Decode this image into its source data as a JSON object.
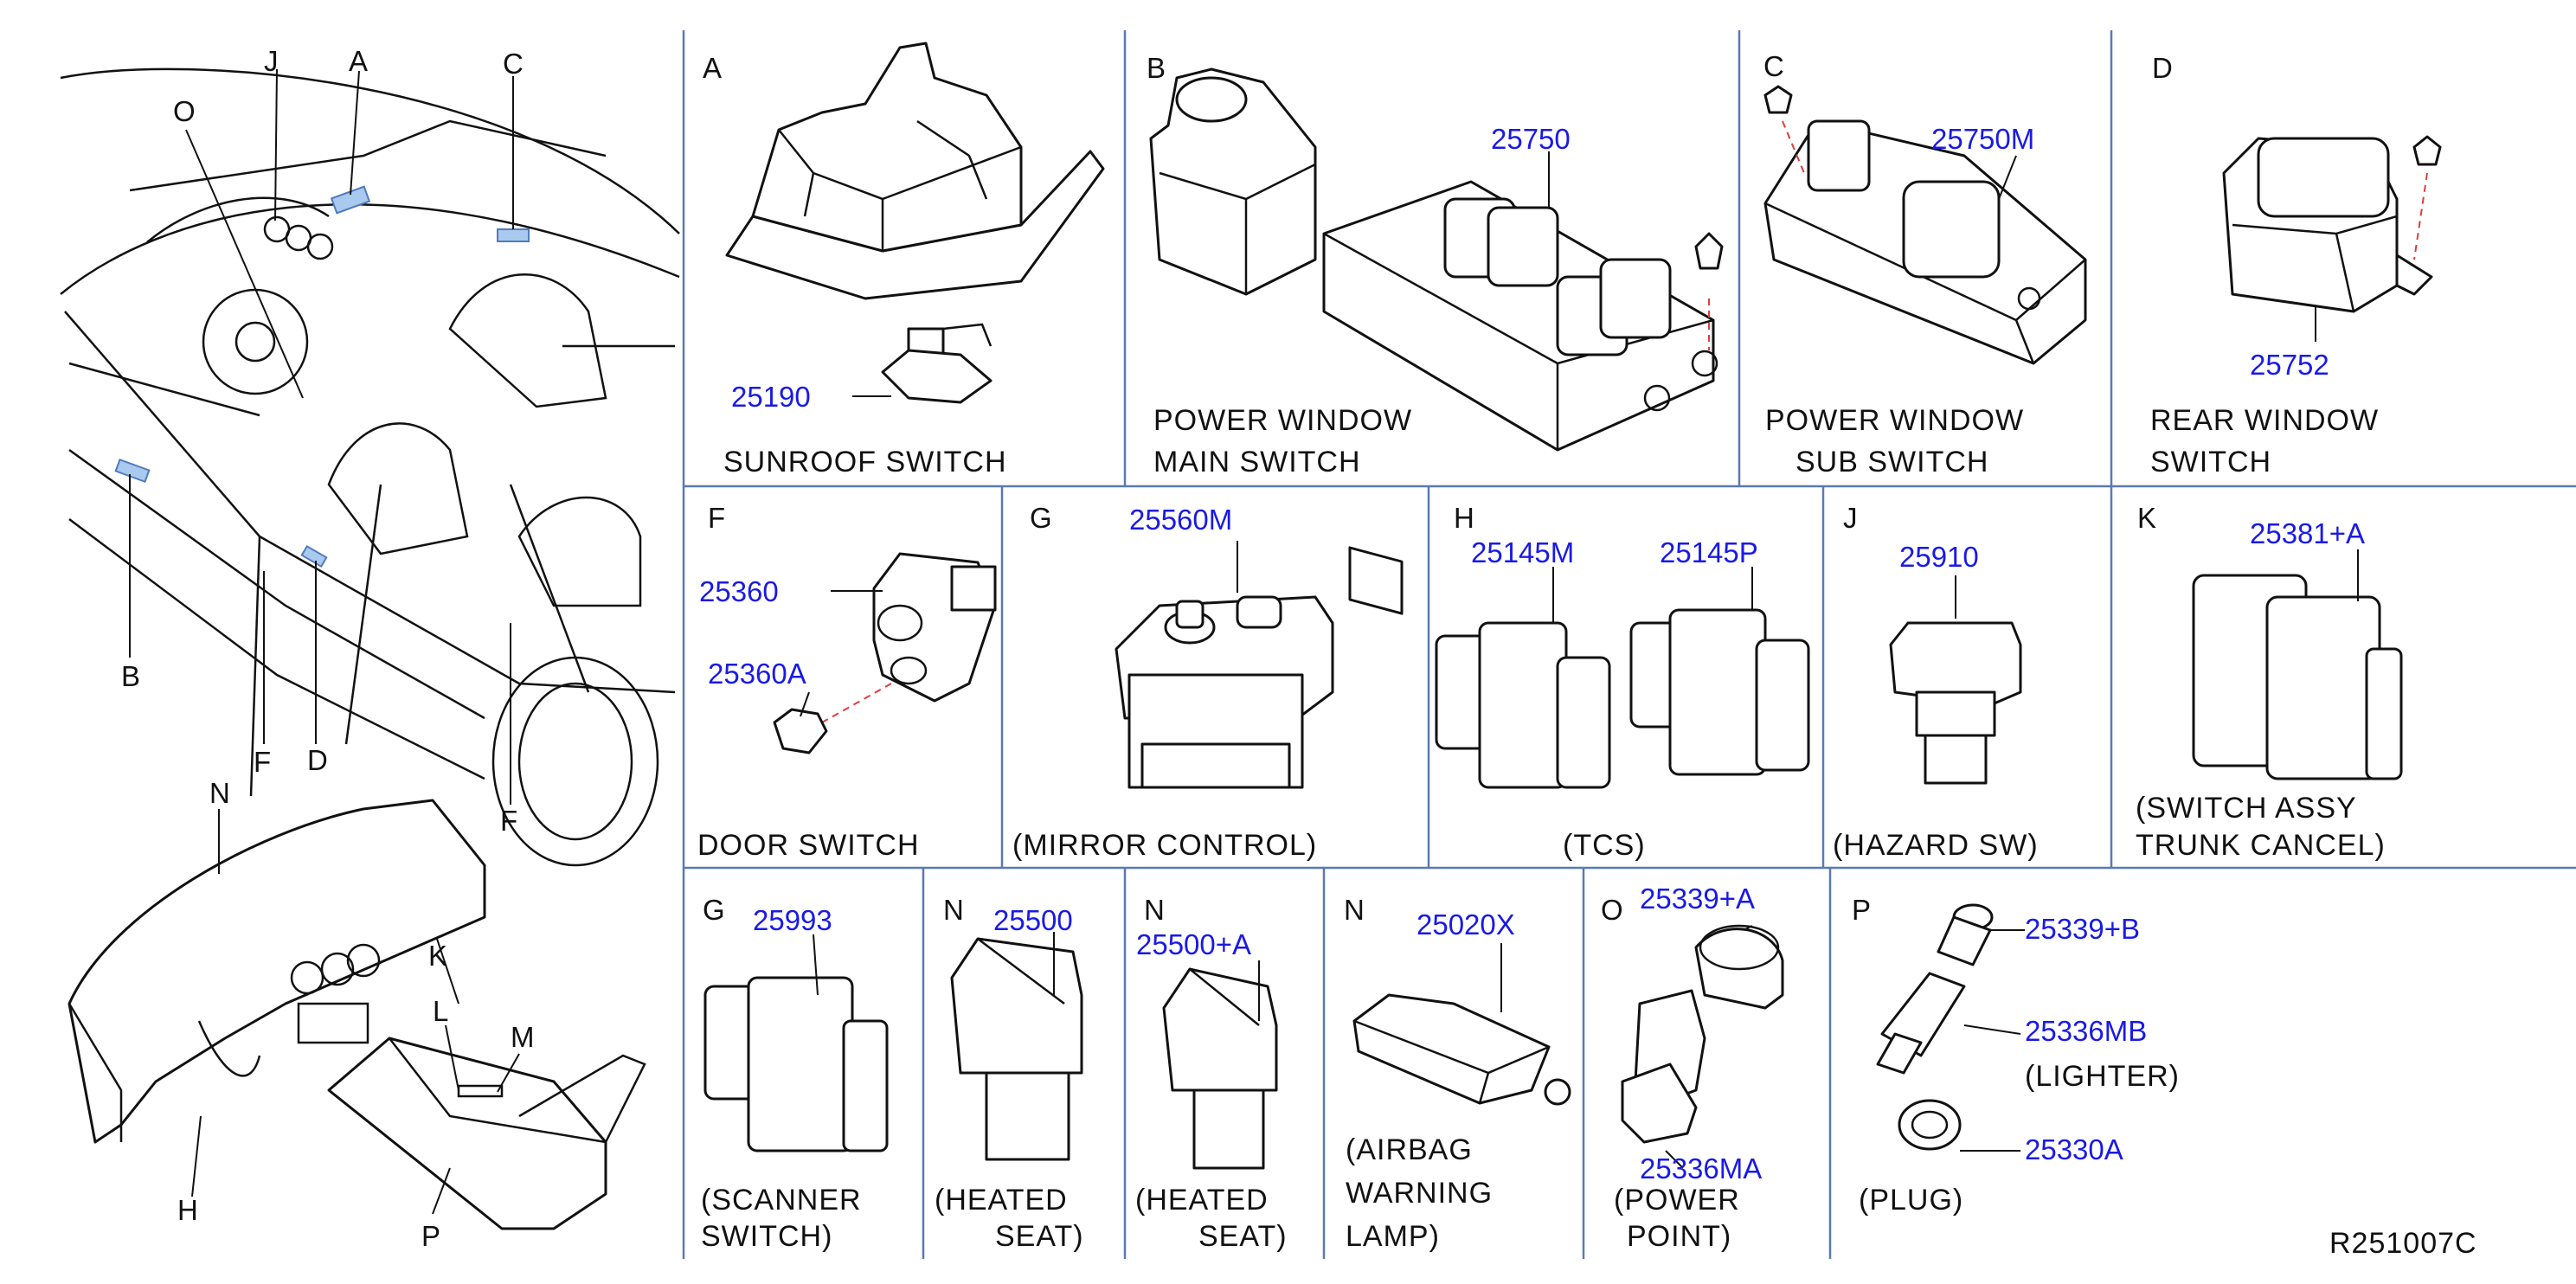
{
  "overview_labels": {
    "J": "J",
    "A": "A",
    "C": "C",
    "O": "O",
    "B": "B",
    "F1": "F",
    "D": "D",
    "F2": "F",
    "N": "N",
    "K": "K",
    "L": "L",
    "M": "M",
    "H": "H",
    "P": "P"
  },
  "panels": {
    "A": {
      "letter": "A",
      "part": "25190",
      "caption": [
        "SUNROOF   SWITCH"
      ]
    },
    "B": {
      "letter": "B",
      "part": "25750",
      "caption": [
        "POWER   WINDOW",
        "MAIN   SWITCH"
      ]
    },
    "C": {
      "letter": "C",
      "part": "25750M",
      "caption": [
        "POWER   WINDOW",
        "SUB   SWITCH"
      ]
    },
    "D": {
      "letter": "D",
      "part": "25752",
      "caption": [
        "REAR   WINDOW",
        "SWITCH"
      ]
    },
    "F": {
      "letter": "F",
      "part1": "25360",
      "part2": "25360A",
      "caption": [
        "DOOR   SWITCH"
      ]
    },
    "G1": {
      "letter": "G",
      "part": "25560M",
      "caption": [
        "(MIRROR   CONTROL)"
      ]
    },
    "H": {
      "letter": "H",
      "part1": "25145M",
      "part2": "25145P",
      "caption": [
        "(TCS)"
      ]
    },
    "J": {
      "letter": "J",
      "part": "25910",
      "caption": [
        "(HAZARD   SW)"
      ]
    },
    "K": {
      "letter": "K",
      "part": "25381+A",
      "caption": [
        "(SWITCH   ASSY",
        "TRUNK   CANCEL)"
      ]
    },
    "G2": {
      "letter": "G",
      "part": "25993",
      "caption": [
        "(SCANNER",
        "SWITCH)"
      ]
    },
    "N1": {
      "letter": "N",
      "part": "25500",
      "caption": [
        "(HEATED",
        "SEAT)"
      ]
    },
    "N2": {
      "letter": "N",
      "part": "25500+A",
      "caption": [
        "(HEATED",
        "SEAT)"
      ]
    },
    "N3": {
      "letter": "N",
      "part": "25020X",
      "caption": [
        "(AIRBAG",
        "WARNING",
        "LAMP)"
      ]
    },
    "O": {
      "letter": "O",
      "part1": "25339+A",
      "part2": "25336MA",
      "caption": [
        "(POWER",
        "POINT)"
      ]
    },
    "P": {
      "letter": "P",
      "part1": "25339+B",
      "part2": "25336MB",
      "part3": "25330A",
      "caption1": "(LIGHTER)",
      "caption2": "(PLUG)"
    }
  },
  "diagram_code": "R251007C"
}
